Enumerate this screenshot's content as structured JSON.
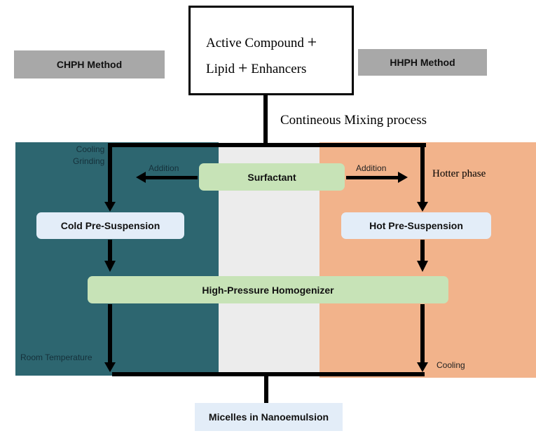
{
  "top_box": {
    "line1": "Active Compound",
    "line2_a": "Lipid",
    "line2_b": "Enhancers",
    "plus": "+"
  },
  "left_method": "CHPH Method",
  "right_method": "HHPH Method",
  "mixing_label": "Contineous Mixing process",
  "left_panel": {
    "note_top_1": "Cooling",
    "note_top_2": "Grinding",
    "addition": "Addition",
    "box": "Cold Pre-Suspension",
    "note_bottom": "Room Temperature"
  },
  "right_panel": {
    "note_top": "Hotter phase",
    "addition": "Addition",
    "box": "Hot Pre-Suspension",
    "note_bottom": "Cooling"
  },
  "surfactant": "Surfactant",
  "homogenizer": "High-Pressure Homogenizer",
  "output": "Micelles in Nanoemulsion",
  "colors": {
    "left_panel": "#2d6670",
    "middle_panel": "#ececec",
    "right_panel": "#f2b38b",
    "green_box": "#c7e3b7",
    "blue_box": "#e3edf8",
    "method_box": "#a8a8a8"
  }
}
